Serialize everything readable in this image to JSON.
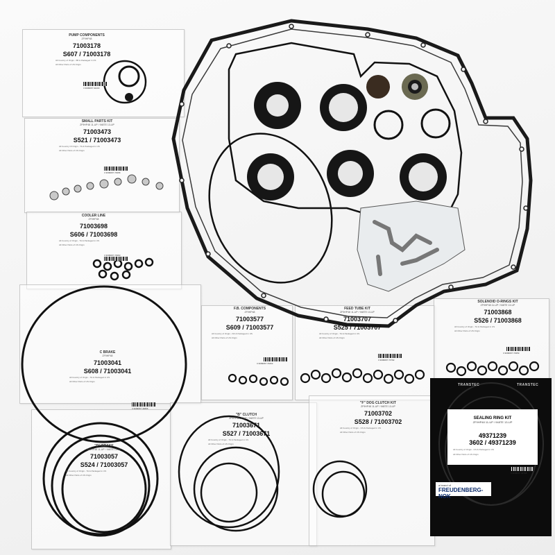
{
  "photo": {
    "description_icons": [
      "transmission-gasket",
      "o-ring",
      "seal-ring",
      "separator-plate"
    ]
  },
  "kits": {
    "pump": {
      "title": "PUMP COMPONENTS",
      "sub": "ZF9HP48",
      "num": "71003178",
      "code": "S607 / 71003178",
      "fine1": "All Country of Origin - 5B & Packaged in US",
      "fine2": "All Other Parts of US Origin"
    },
    "small": {
      "title": "SMALL PARTS KIT",
      "sub": "ZF9HP48 11-UP / 948TE 13-UP",
      "num": "71003473",
      "code": "S521 / 71003473",
      "fine1": "All Country Of Origin - TA & Packaged in US",
      "fine2": "All Other Parts of US Origin"
    },
    "cooler": {
      "title": "COOLER LINE",
      "sub": "ZF9HP48",
      "num": "71003698",
      "code": "S606 / 71003698",
      "fine1": "All Country of Origin - TA & Packaged in US",
      "fine2": "All Other Parts of US Origin"
    },
    "cbrake": {
      "title": "C BRAKE",
      "sub": "ZF9HP48",
      "num": "71003041",
      "code": "S608 / 71003041",
      "fine1": "All Country of Origin - TA & Packaged in US",
      "fine2": "All Other Parts of US Origin"
    },
    "fb": {
      "title": "F.B. COMPONENTS",
      "sub": "ZF9HP48",
      "num": "71003577",
      "code": "S609 / 71003577",
      "fine1": "All Country of Origin - KR & Packaged in US",
      "fine2": "All Other Parts of US Origin"
    },
    "feed": {
      "title": "FEED TUBE KIT",
      "sub": "ZF9HP48 11-UP / 948TE 13-UP",
      "num": "71003707",
      "code": "S525 / 71003707",
      "fine1": "All Country of Origin - TA & Packaged in US",
      "fine2": "All Other Parts of US Origin"
    },
    "oring": {
      "title": "SOLENOID O-RINGS KIT",
      "sub": "ZF9HP48 11-UP / 948TE 13-UP",
      "num": "71003868",
      "code": "S526 / 71003868",
      "fine1": "All Country of Origin - TA & Packaged in US",
      "fine2": "All Other Parts of US Origin"
    },
    "dbrake": {
      "title": "\"D\" BRAKE",
      "sub": "ZF9HP48 11-UP / 948TE 13-UP",
      "num": "71003057",
      "code": "S524 / 71003057",
      "fine1": "All Country of Origin - TA & Packaged in US",
      "fine2": "All Other Parts of US Origin"
    },
    "bclutch": {
      "title": "\"B\" CLUTCH",
      "sub": "ZF9HP48 11-UP / 948TE 13-UP",
      "num": "71003671",
      "code": "S527 / 71003671",
      "fine1": "All Country of Origin - TA & Packaged in US",
      "fine2": "All Other Parts of US Origin"
    },
    "fdog": {
      "title": "\"F\" DOG CLUTCH KIT",
      "sub": "ZF9HP48 11-UP / 948TE 13-UP",
      "num": "71003702",
      "code": "S528 / 71003702",
      "fine1": "All Country of Origin - CN & Packaged in US",
      "fine2": "All Other Parts of US Origin"
    }
  },
  "sealing": {
    "title": "SEALING RING KIT",
    "sub": "ZF9HP48 11-UP / 948TE 13-UP",
    "num": "49371239",
    "code": "3602 / 49371239",
    "fine1": "All Country of Origin - CN & Packaged in US",
    "fine2": "All Other Parts of US Origin"
  },
  "brand": {
    "prefix": "a brand of",
    "name": "FREUDENBERG-NOK",
    "tape": "TRANSTEC"
  },
  "barcodes": {
    "pump": "3 3009967 64203",
    "small": "3 3009967 74958",
    "cooler": "3 3009967 74960",
    "cbrake": "3 3009967 43806",
    "fb": "3 3009967 74663",
    "feed": "3 3009967 74792",
    "oring": "3 3009967 74959",
    "sealing": "3 3009967 40798"
  },
  "colors": {
    "rubber": "#151515",
    "plate": "#e9ecee",
    "panel": "#0c0c0c",
    "brand_blue": "#0a2a6a"
  }
}
